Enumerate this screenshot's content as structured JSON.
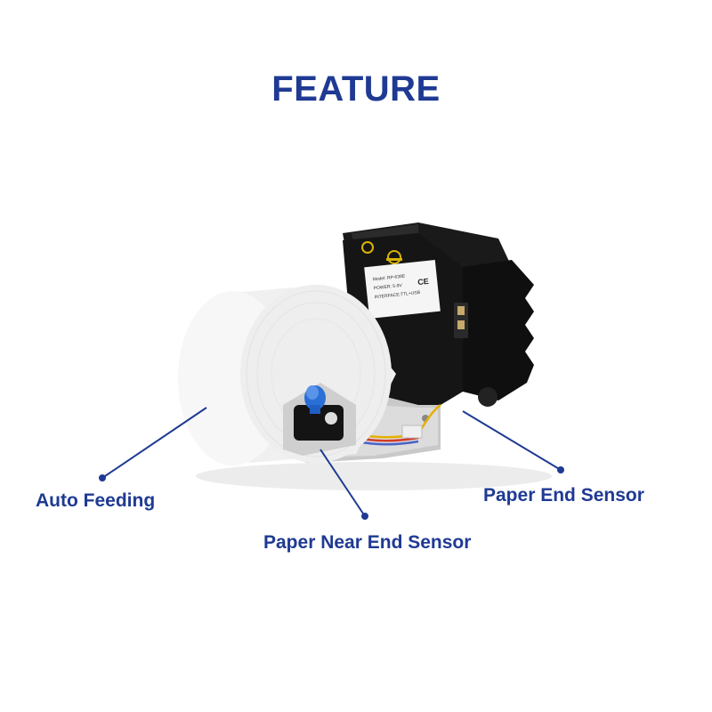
{
  "title": "FEATURE",
  "colors": {
    "accent": "#1f3a93",
    "printer_body": "#141414",
    "paper": "#f4f4f4",
    "knob": "#2a6fd6"
  },
  "labels": {
    "auto_feeding": "Auto Feeding",
    "paper_near_end_sensor": "Paper Near End Sensor",
    "paper_end_sensor": "Paper End Sensor"
  },
  "printer_sticker": {
    "line1": "Model: RP-638E",
    "line2": "POWER: 5-9V",
    "line3": "INTERFACE:TTL+USB",
    "ce_mark": "CE"
  }
}
